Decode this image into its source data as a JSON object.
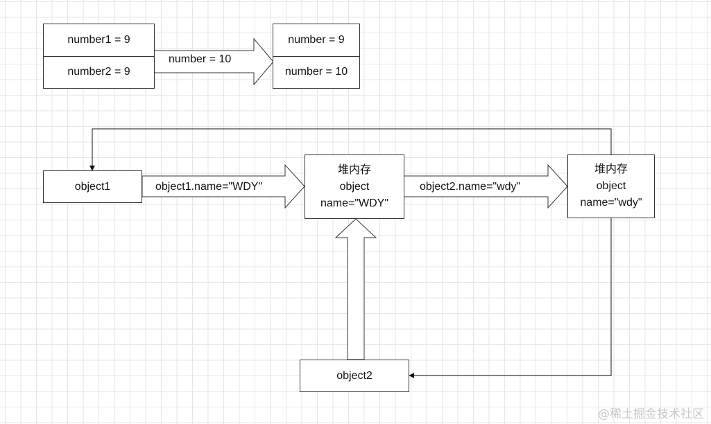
{
  "stack_before": {
    "row1": "number1 = 9",
    "row2": "number2 = 9"
  },
  "stack_after": {
    "row1": "number = 9",
    "row2": "number = 10"
  },
  "arrow_assign_label": "number = 10",
  "object1": {
    "label": "object1"
  },
  "object2": {
    "label": "object2"
  },
  "heap1": {
    "line1": "堆内存",
    "line2": "object",
    "line3": "name=\"WDY\""
  },
  "heap2": {
    "line1": "堆内存",
    "line2": "object",
    "line3": "name=\"wdy\""
  },
  "edge_object1_label": "object1.name=\"WDY\"",
  "edge_object2_label": "object2.name=\"wdy\"",
  "watermark": "@稀土掘金技术社区",
  "colors": {
    "stroke": "#333333",
    "grid": "#e6e6e6",
    "background": "#ffffff"
  }
}
